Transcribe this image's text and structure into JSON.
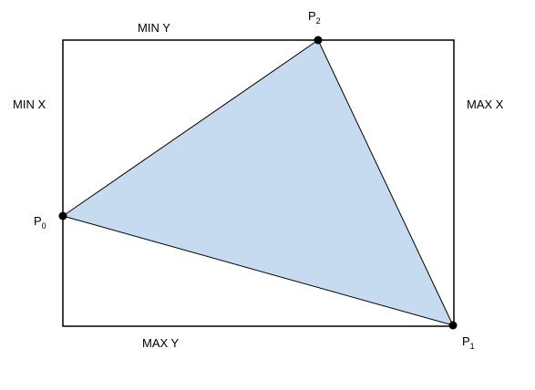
{
  "labels": {
    "min_y": "MIN Y",
    "max_y": "MAX Y",
    "min_x": "MIN X",
    "max_x": "MAX X"
  },
  "points": [
    {
      "name": "P",
      "subscript": "0"
    },
    {
      "name": "P",
      "subscript": "1"
    },
    {
      "name": "P",
      "subscript": "2"
    }
  ],
  "colors": {
    "triangle_fill": "#c6dbef",
    "stroke": "#000000",
    "background": "#ffffff"
  }
}
